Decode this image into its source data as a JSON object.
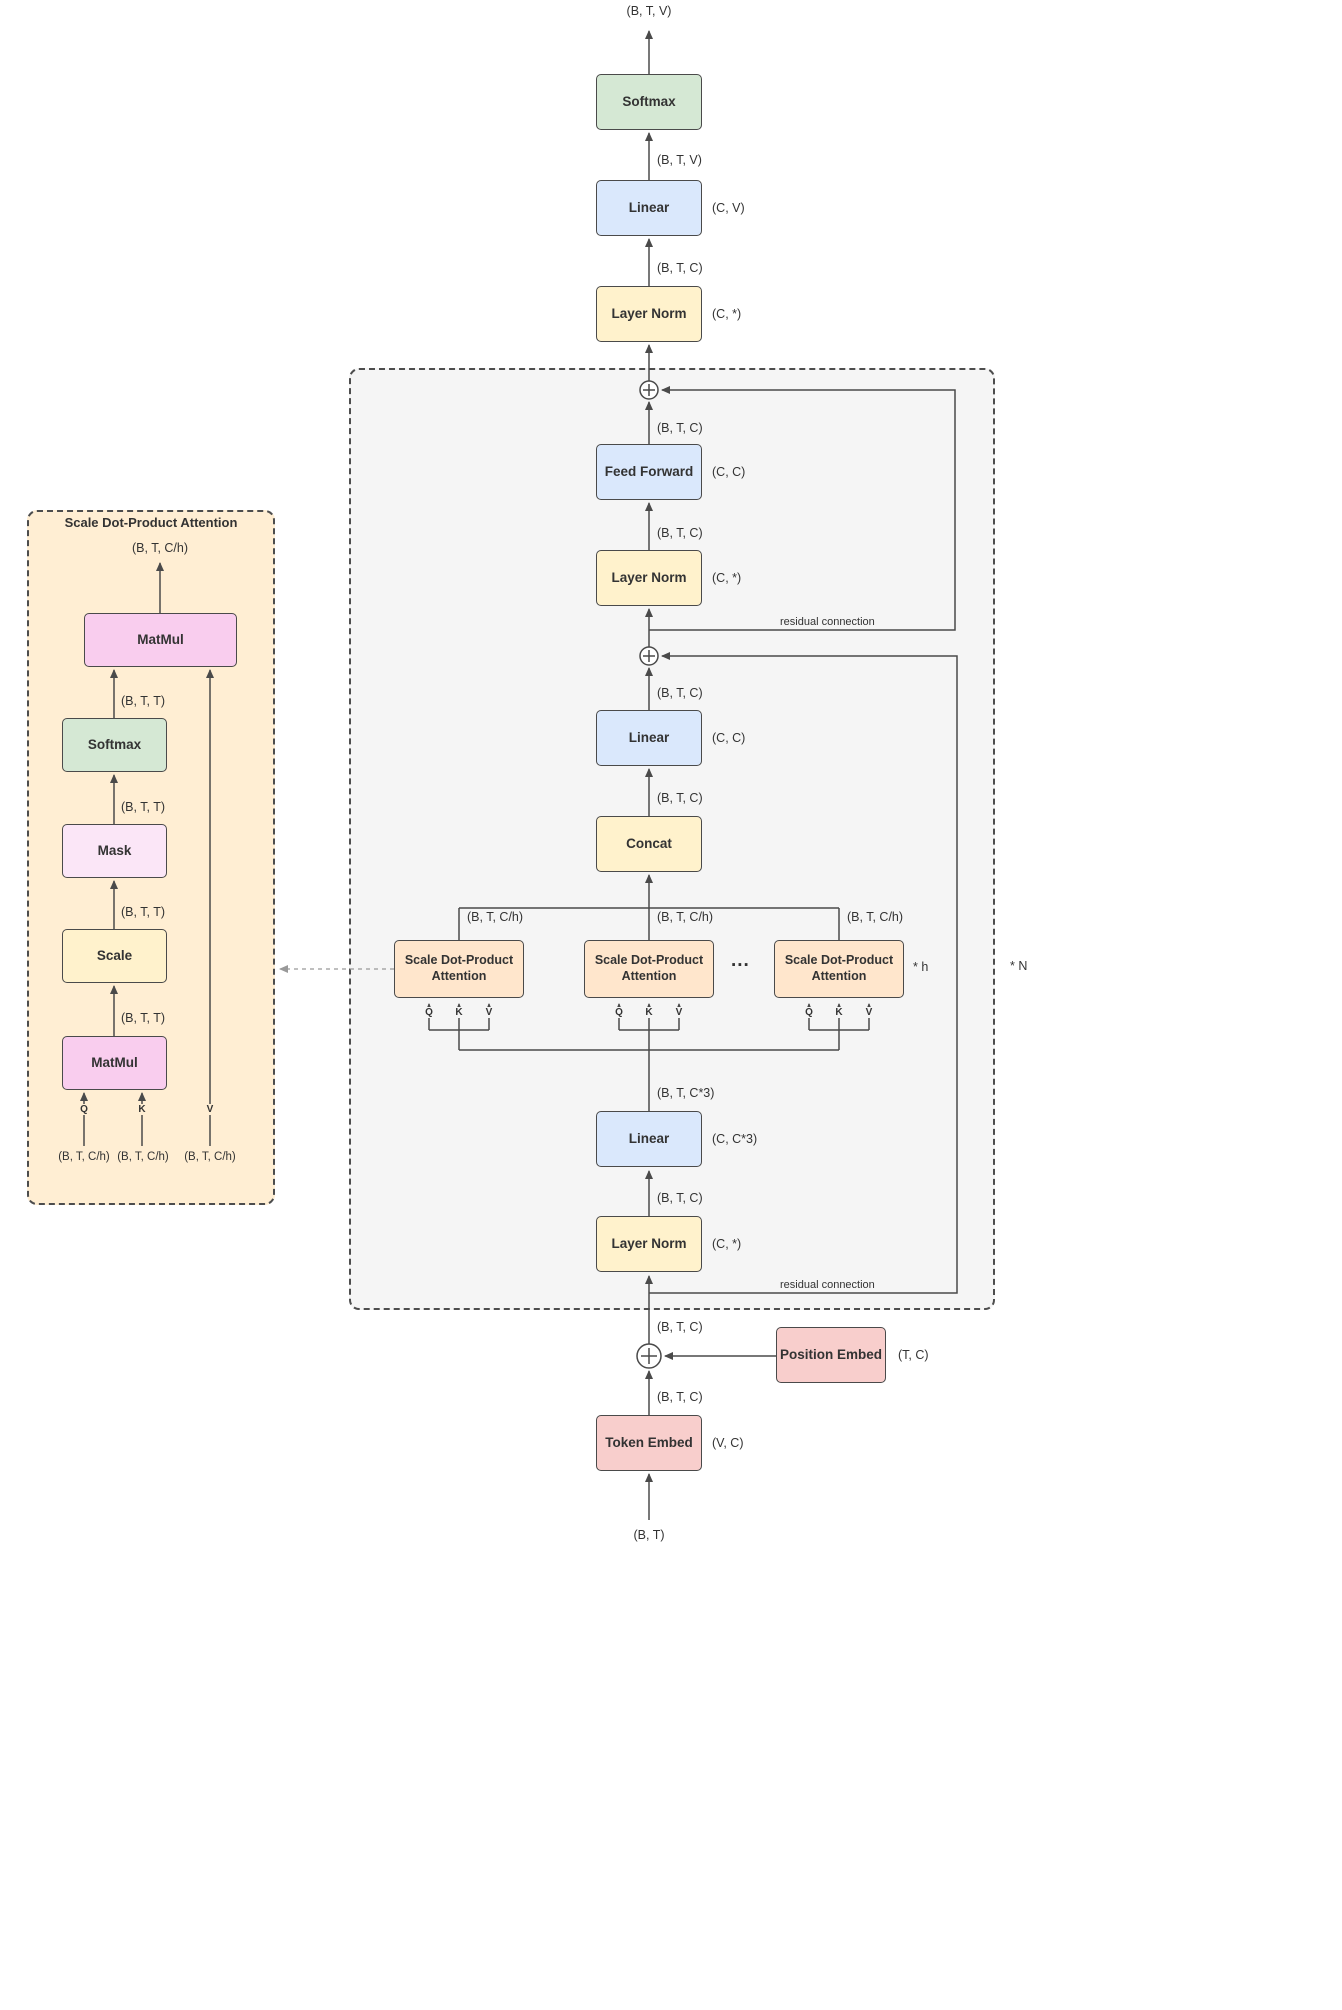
{
  "colors": {
    "softmax_fill": "#d5e8d4",
    "linear_fill": "#dae8fc",
    "layernorm_fill": "#fff2cc",
    "embed_fill": "#f8cecc",
    "attention_head_fill": "#ffe6cc",
    "matmul_fill": "#f9cdee",
    "mask_fill": "#fbe6f7",
    "block_bg": "#f5f5f5",
    "panel_bg": "#ffeed3",
    "line": "#4a4a4a"
  },
  "head": {
    "output_dim": "(B, T, V)",
    "softmax": "Softmax",
    "softmax_in_dim": "(B, T, V)",
    "linear": "Linear",
    "linear_weight": "(C, V)",
    "linear_in_dim": "(B, T, C)",
    "layer_norm": "Layer Norm",
    "layer_norm_weight": "(C, *)"
  },
  "block": {
    "repeat": "* N",
    "residual_upper": "residual connection",
    "residual_lower": "residual connection",
    "ff_out_dim": "(B, T, C)",
    "feed_forward": "Feed Forward",
    "feed_forward_weight": "(C, C)",
    "ln2_out_dim": "(B, T, C)",
    "layer_norm_2": "Layer Norm",
    "layer_norm_2_weight": "(C, *)",
    "proj_out_dim": "(B, T, C)",
    "linear_proj": "Linear",
    "linear_proj_weight": "(C, C)",
    "concat_out_dim": "(B, T, C)",
    "concat": "Concat",
    "head_out_dim": "(B, T, C/h)",
    "attention_head": "Scale Dot-Product Attention",
    "ellipsis": "...",
    "heads_repeat": "* h",
    "q": "Q",
    "k": "K",
    "v": "V",
    "qkv_out_dim": "(B, T, C*3)",
    "linear_qkv": "Linear",
    "linear_qkv_weight": "(C, C*3)",
    "ln1_out_dim": "(B, T, C)",
    "layer_norm_1": "Layer Norm",
    "layer_norm_1_weight": "(C, *)"
  },
  "embed": {
    "block_in_dim": "(B, T, C)",
    "position_embed": "Position Embed",
    "position_embed_weight": "(T, C)",
    "token_out_dim": "(B, T, C)",
    "token_embed": "Token Embed",
    "token_embed_weight": "(V, C)",
    "input_dim": "(B, T)"
  },
  "detail": {
    "title": "Scale Dot-Product Attention",
    "output_dim": "(B, T, C/h)",
    "matmul_top": "MatMul",
    "matmul_top_in_dim": "(B, T, T)",
    "softmax": "Softmax",
    "softmax_in_dim": "(B, T, T)",
    "mask": "Mask",
    "mask_in_dim": "(B, T, T)",
    "scale": "Scale",
    "scale_in_dim": "(B, T, T)",
    "matmul_bottom": "MatMul",
    "q": "Q",
    "k": "K",
    "v": "V",
    "q_in_dim": "(B, T, C/h)",
    "k_in_dim": "(B, T, C/h)",
    "v_in_dim": "(B, T, C/h)"
  }
}
